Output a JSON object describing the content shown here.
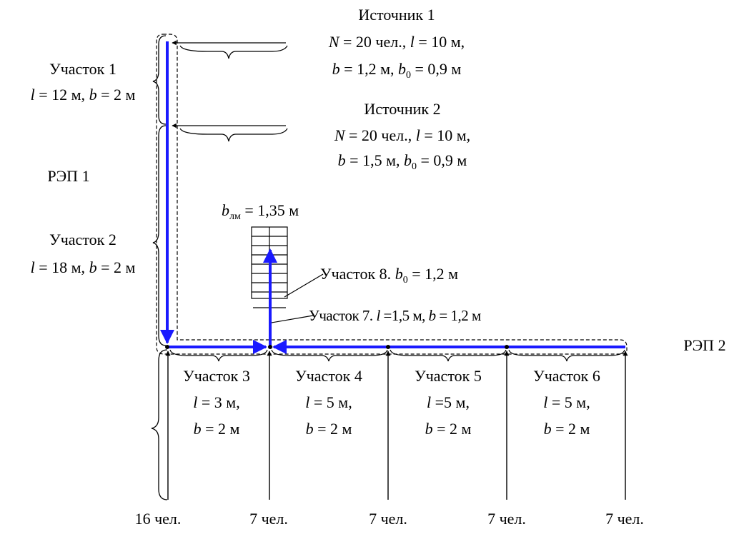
{
  "colors": {
    "escape_route": "#1a1aff",
    "lines": "#000000",
    "background": "#ffffff"
  },
  "sources": [
    {
      "title": "Источник 1",
      "n_label": "N",
      "n_value": " = 20 чел., ",
      "l_label": "l",
      "l_value": " = 10 м,",
      "b_label": "b",
      "b_value": " = 1,2 м, ",
      "b0_label": "b",
      "b0_sub": "0",
      "b0_value": " = 0,9 м"
    },
    {
      "title": "Источник 2",
      "n_label": "N",
      "n_value": " = 20 чел., ",
      "l_label": "l",
      "l_value": " = 10 м,",
      "b_label": "b",
      "b_value": " = 1,5 м, ",
      "b0_label": "b",
      "b0_sub": "0",
      "b0_value": " = 0,9 м"
    }
  ],
  "sections": {
    "s1": {
      "title": "Участок 1",
      "l_label": "l",
      "l_value": " = 12 м, ",
      "b_label": "b",
      "b_value": " = 2 м"
    },
    "s2": {
      "title": "Участок 2",
      "l_label": "l",
      "l_value": " = 18 м, ",
      "b_label": "b",
      "b_value": " = 2 м"
    },
    "s3": {
      "title": "Участок 3",
      "l_label": "l",
      "l_value": " = 3 м,",
      "b_label": "b",
      "b_value": " = 2 м"
    },
    "s4": {
      "title": "Участок 4",
      "l_label": "l",
      "l_value": " = 5 м,",
      "b_label": "b",
      "b_value": " = 2 м"
    },
    "s5": {
      "title": "Участок 5",
      "l_label": "l",
      "l_value": " =5 м,",
      "b_label": "b",
      "b_value": " = 2 м"
    },
    "s6": {
      "title": "Участок 6",
      "l_label": "l",
      "l_value": " = 5 м,",
      "b_label": "b",
      "b_value": " = 2 м"
    },
    "s7": {
      "title": "Участок 7. ",
      "l_label": "l",
      "l_value": " =1,5 м, ",
      "b_label": "b",
      "b_value": " = 1,2 м"
    },
    "s8": {
      "title": "Участок 8. ",
      "b0_label": "b",
      "b0_sub": "0",
      "b0_value": " = 1,2 м"
    }
  },
  "stair": {
    "label": "b",
    "sub": "лм",
    "value": " = 1,35 м"
  },
  "zones": {
    "rep1": "РЭП 1",
    "rep2": "РЭП 2"
  },
  "people": [
    "16 чел.",
    "7 чел.",
    "7 чел.",
    "7 чел.",
    "7 чел."
  ]
}
